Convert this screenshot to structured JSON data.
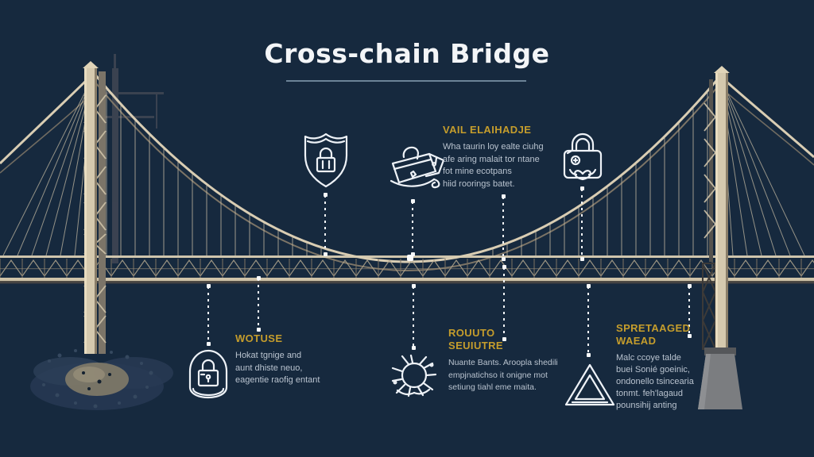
{
  "title": "Cross-chain Bridge",
  "colors": {
    "background": "#16293e",
    "accent_gold": "#c59d2c",
    "body_text": "#b9c3cf",
    "icon_stroke": "#eef2f7",
    "cable_light": "#d9cdb3",
    "cable_dark": "#857a68",
    "tower_beige": "#d5c9ae",
    "pedestal_gray": "#7b7d80",
    "underline": "#8aa2b5"
  },
  "icons": [
    "shield-lock-icon",
    "lock-ribbon-icon",
    "padlock-heart-icon",
    "capsule-lock-icon",
    "gear-icon",
    "warning-triangle-icon"
  ],
  "callouts": [
    {
      "heading": "VAIL ELAIHADJE",
      "body": "Wha taurin loy ealte ciuhg\nafe aring malait tor ntane\nfot mine ecotpans\nhiid roorings batet."
    },
    {
      "heading": "WOTUSE",
      "body": "Hokat tgnige and\naunt dhiste neuo,\neagentie raofig entant"
    },
    {
      "heading": "ROUUTO\nSEUIUTRE",
      "body": "Nuante Bants. Aroopla shedili\nempjnatichso it onigne mot\nsetiung tiahl eme maita."
    },
    {
      "heading": "SPRETAAGED\nWAEAD",
      "body": "Malc ccoye talde\nbuei Sonié goeinic,\nondonello tsincearia\ntonmt. feh'lagaud\npounsihij anting"
    }
  ]
}
